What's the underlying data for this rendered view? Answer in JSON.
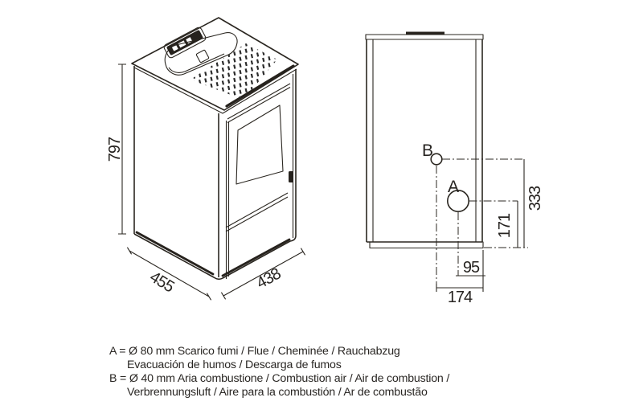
{
  "colors": {
    "line": "#2b2721",
    "text": "#272421",
    "background": "#ffffff"
  },
  "iso_view": {
    "dim_height": "797",
    "dim_width": "455",
    "dim_depth": "438"
  },
  "rear_view": {
    "port_a_label": "A",
    "port_b_label": "B",
    "dim_port_b_height": "333",
    "dim_port_a_height": "171",
    "dim_port_a_offset": "95",
    "dim_port_b_offset": "174"
  },
  "legend": {
    "a_line1": "A = Ø 80 mm  Scarico fumi / Flue / Cheminée / Rauchabzug",
    "a_line2": "Evacuación de humos / Descarga de fumos",
    "b_line1": "B = Ø 40 mm  Aria combustione / Combustion air / Air de combustion /",
    "b_line2": "Verbrennungsluft / Aire para la combustión / Ar de combustão"
  }
}
